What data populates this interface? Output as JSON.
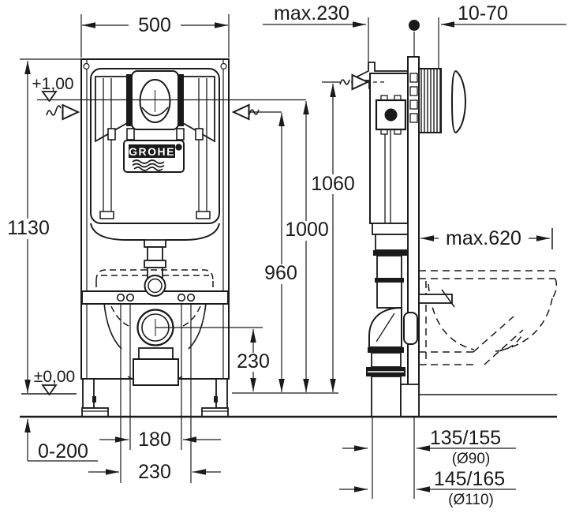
{
  "colors": {
    "ink": "#1a1a1a",
    "paper": "#ffffff"
  },
  "brand": {
    "logo_text": "GROHE"
  },
  "front_view": {
    "frame_width": "500",
    "frame_height": "1130",
    "level_upper": "+1,00",
    "level_floor": "±0,00",
    "foot_adjustment": "0-200",
    "bolt_spacing_inner": "180",
    "bolt_spacing_outer": "230",
    "drain_center_height": "230",
    "height_flush_bend": "960",
    "height_actuator_center": "1000",
    "height_frame_top": "1060"
  },
  "side_view": {
    "depth_top_max": "max.230",
    "wall_finish_range": "10-70",
    "bowl_depth_max": "max.620",
    "drain_offset_d90": "135/155",
    "drain_pipe_d90": "(Ø90)",
    "drain_offset_d110": "145/165",
    "drain_pipe_d110": "(Ø110)"
  }
}
